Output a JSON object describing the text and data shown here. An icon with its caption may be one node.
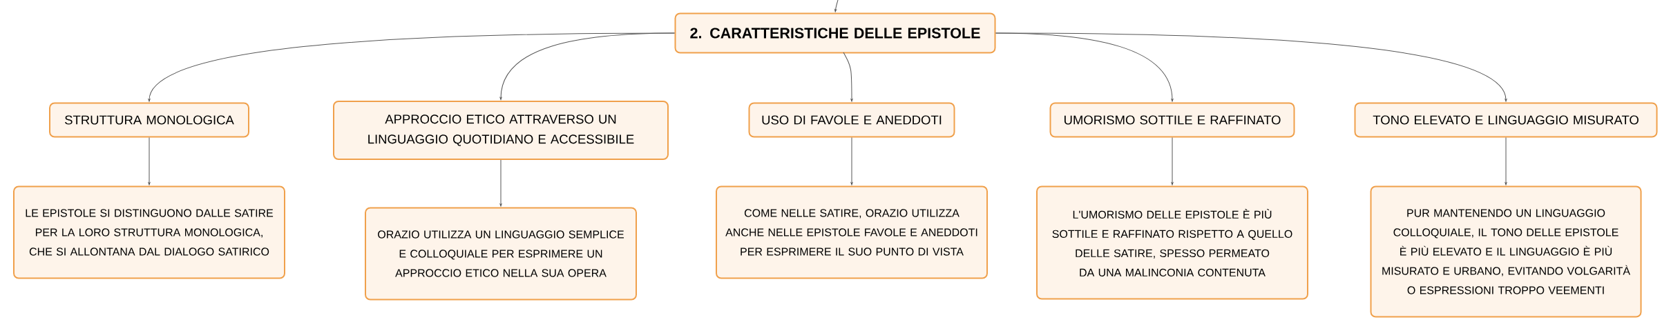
{
  "diagram": {
    "nodes": [
      {
        "text": [
          "2. CARATTERISTICHE DELLE EPISTOLE"
        ]
      },
      {
        "text": [
          "STRUTTURA MONOLOGICA"
        ]
      },
      {
        "text": [
          "APPROCCIO ETICO ATTRAVERSO UN LINGUAGGIO QUOTIDIANO E ACCESSIBILE"
        ]
      },
      {
        "text": [
          "USO DI FAVOLE E ANEDDOTI"
        ]
      },
      {
        "text": [
          "UMORISMO SOTTILE E RAFFINATO"
        ]
      },
      {
        "text": [
          "TONO ELEVATO E LINGUAGGIO MISURATO"
        ]
      },
      {
        "text": [
          "LE EPISTOLE SI DISTINGUONO DALLE SATIRE PER LA LORO STRUTTURA MONOLOGICA, CHE SI ALLONTANA DAL DIALOGO SATIRICO"
        ]
      },
      {
        "text": [
          "ORAZIO UTILIZZA UN LINGUAGGIO SEMPLICE E COLLOQUIALE PER ESPRIMERE UN APPROCCIO ETICO NELLA SUA OPERA"
        ]
      },
      {
        "text": [
          "COME NELLE SATIRE, ORAZIO UTILIZZA ANCHE NELLE EPISTOLE FAVOLE E ANEDDOTI PER ESPRIMERE IL SUO PUNTO DI VISTA"
        ]
      },
      {
        "text": [
          "L'UMORISMO DELLE EPISTOLE È PIÙ SOTTILE E RAFFINATO RISPETTO A QUELLO DELLE SATIRE, SPESSO PERMEATO DA UNA MALINCONIA CONTENUTA"
        ]
      },
      {
        "text": [
          "PUR MANTENENDO UN LINGUAGGIO COLLOQUIALE, IL TONO DELLE EPISTOLE È PIÙ ELEVATO E IL LINGUAGGIO È PIÙ MISURATO E URBANO, EVITANDO VOLGARITÀ O ESPRESSIONI TROPPO VEEMENTI"
        ]
      }
    ],
    "edges": [
      {
        "from": 0,
        "to": 1,
        "arrow": "to"
      },
      {
        "from": 0,
        "to": 2,
        "arrow": "to"
      },
      {
        "from": 0,
        "to": 3,
        "arrow": "to"
      },
      {
        "from": 0,
        "to": 4,
        "arrow": "to"
      },
      {
        "from": 0,
        "to": 5,
        "arrow": "to"
      },
      {
        "from": 1,
        "to": 6,
        "arrow": "to"
      },
      {
        "from": 2,
        "to": 7,
        "arrow": "to"
      },
      {
        "from": 3,
        "to": 8,
        "arrow": "to"
      },
      {
        "from": 4,
        "to": 9,
        "arrow": "to"
      },
      {
        "from": 5,
        "to": 10,
        "arrow": "to"
      },
      {
        "from": null,
        "to": 0,
        "arrow": "to"
      }
    ]
  }
}
